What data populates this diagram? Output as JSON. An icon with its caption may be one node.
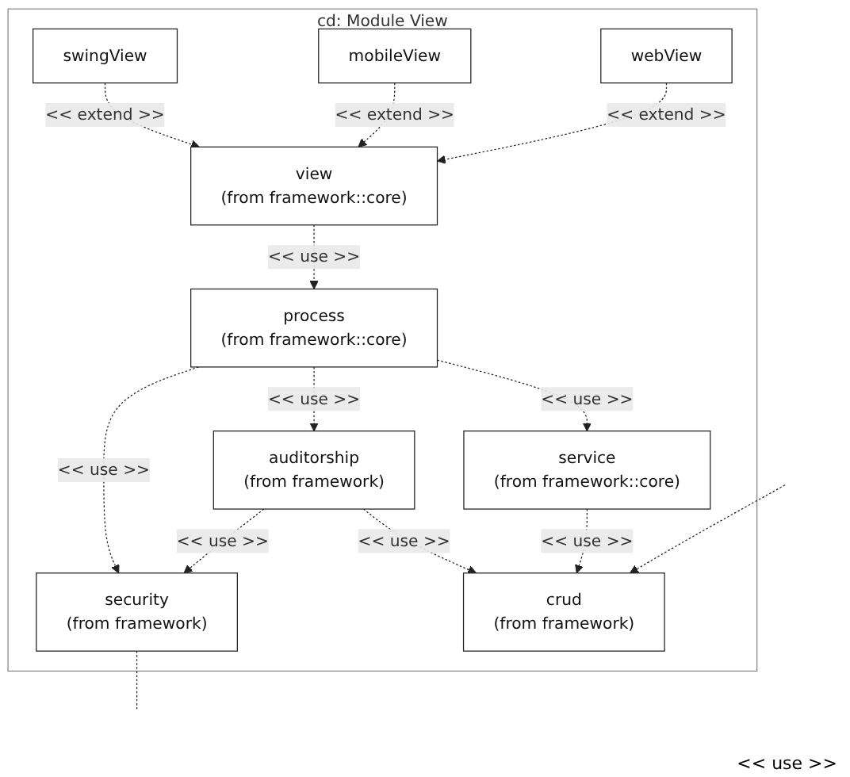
{
  "diagram": {
    "nodes": [
      {
        "text": [
          "cd: Module View"
        ]
      },
      {
        "text": [
          "swingView"
        ],
        "in": 0
      },
      {
        "text": [
          "mobileView"
        ],
        "in": 0
      },
      {
        "text": [
          "webView"
        ],
        "in": 0
      },
      {
        "text": [
          "view",
          "(from framework::core)"
        ],
        "in": 0
      },
      {
        "text": [
          "security",
          "(from framework)"
        ],
        "in": 0
      },
      {
        "text": [
          "process",
          "(from framework::core)"
        ],
        "in": 0
      },
      {
        "text": [
          "auditorship",
          "(from framework)"
        ],
        "in": 0
      },
      {
        "text": [
          "service",
          "(from framework::core)"
        ],
        "in": 0
      },
      {
        "text": [
          "crud",
          "(from framework)"
        ],
        "in": 0
      }
    ],
    "edges": [
      {
        "from": 1,
        "to": 4,
        "arrow": "to",
        "style": "dashed",
        "label": "<< extend >>"
      },
      {
        "from": 2,
        "to": 4,
        "arrow": "to",
        "style": "dashed",
        "label": "<< extend >>"
      },
      {
        "from": 3,
        "to": 4,
        "arrow": "to",
        "style": "dashed",
        "label": "<< extend >>"
      },
      {
        "from": 5,
        "to": null,
        "arrow": "none",
        "style": "dashed"
      },
      {
        "from": 4,
        "to": 6,
        "arrow": "to",
        "style": "dashed",
        "label": "<< use >>"
      },
      {
        "from": 6,
        "to": 5,
        "arrow": "to",
        "style": "dashed",
        "label": "<< use >>"
      },
      {
        "from": 7,
        "to": 5,
        "arrow": "to",
        "style": "dashed",
        "label": "<< use >>"
      },
      {
        "from": 6,
        "to": 7,
        "arrow": "to",
        "style": "dashed",
        "label": "<< use >>"
      },
      {
        "from": 6,
        "to": 8,
        "arrow": "to",
        "style": "dashed",
        "label": "<< use >>"
      },
      {
        "from": 7,
        "to": 9,
        "arrow": "to",
        "style": "dashed",
        "label": "<< use >>"
      },
      {
        "from": 8,
        "to": 9,
        "arrow": "to",
        "style": "dashed",
        "label": "<< use >>"
      },
      {
        "from": null,
        "to": 9,
        "arrow": "to",
        "style": "dashed"
      }
    ],
    "labels": [
      "<< use >>"
    ]
  }
}
